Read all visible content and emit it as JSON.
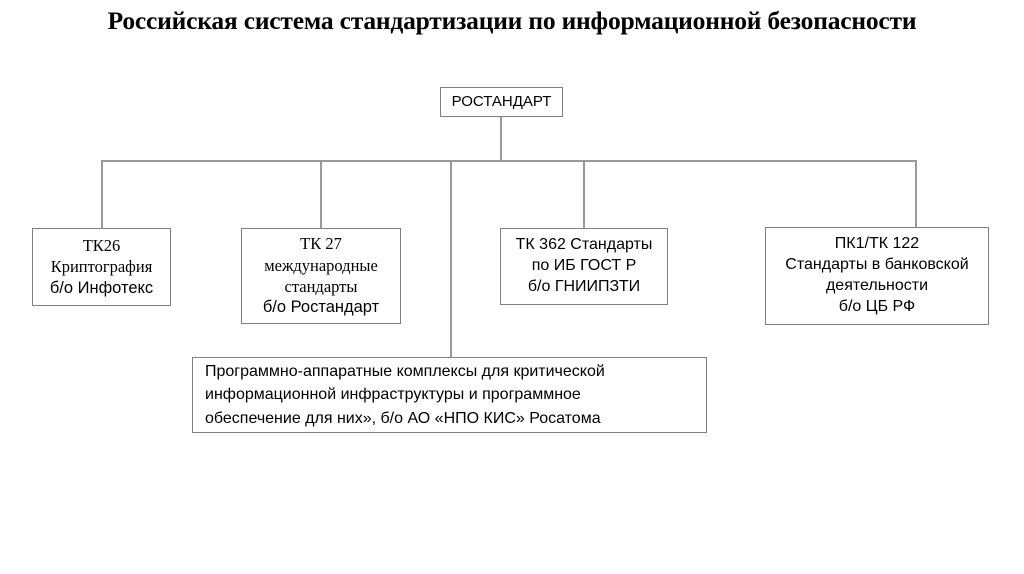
{
  "page": {
    "title": "Российская система стандартизации по информационной безопасности",
    "line_color": "#9a9a9a",
    "border_color": "#808080",
    "text_color": "#000000",
    "background": "#ffffff"
  },
  "diagram": {
    "type": "organizational-tree",
    "root": {
      "id": "rostandart",
      "lines": [
        "РОСТАНДАРТ"
      ]
    },
    "children": [
      {
        "id": "tk26",
        "lines": [
          "ТК26",
          "Криптография",
          "б/о Инфотекс"
        ],
        "line_styles": [
          "serif",
          "serif",
          "sans"
        ]
      },
      {
        "id": "tk27",
        "lines": [
          "ТК 27",
          "международные",
          "стандарты",
          "б/о Ростандарт"
        ],
        "line_styles": [
          "serif",
          "serif",
          "serif",
          "sans"
        ]
      },
      {
        "id": "tk362",
        "lines": [
          "ТК 362 Стандарты",
          "по ИБ ГОСТ Р",
          "б/о ГНИИПЗТИ"
        ],
        "line_styles": [
          "sans",
          "sans",
          "sans"
        ]
      },
      {
        "id": "pk1tk122",
        "lines": [
          "ПК1/ТК 122",
          "Стандарты в банковской",
          "деятельности",
          "б/о ЦБ РФ"
        ],
        "line_styles": [
          "sans",
          "sans",
          "sans",
          "sans"
        ]
      },
      {
        "id": "kii",
        "lines": [
          "Программно-аппаратные комплексы для критической",
          "информационной инфраструктуры и программное",
          "обеспечение для них», б/о АО «НПО КИС» Росатома"
        ],
        "line_styles": [
          "sans",
          "sans",
          "sans"
        ]
      }
    ]
  }
}
